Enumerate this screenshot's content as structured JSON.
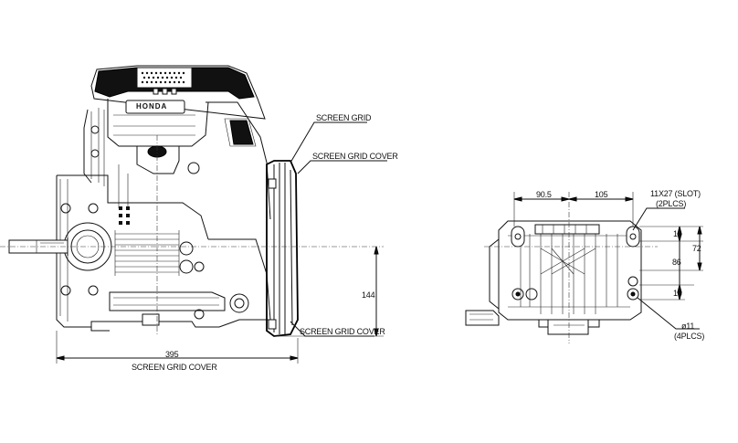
{
  "labels": {
    "screen_grid": "SCREEN GRID",
    "screen_grid_cover_top": "SCREEN GRID COVER",
    "screen_grid_cover_side": "SCREEN GRID COVER",
    "screen_grid_cover_bottom": "SCREEN GRID COVER",
    "brand": "HONDA",
    "slot_spec": "11X27 (SLOT)",
    "slot_count": "(2PLCS)",
    "hole_spec": "ø11",
    "hole_count": "(4PLCS)"
  },
  "dimensions": {
    "overall_width": "395",
    "shaft_height": "144",
    "left_offset": "90.5",
    "right_offset": "105",
    "upper_gap": "16",
    "overall_depth": "72",
    "middle_span": "86",
    "lower_gap": "16"
  }
}
